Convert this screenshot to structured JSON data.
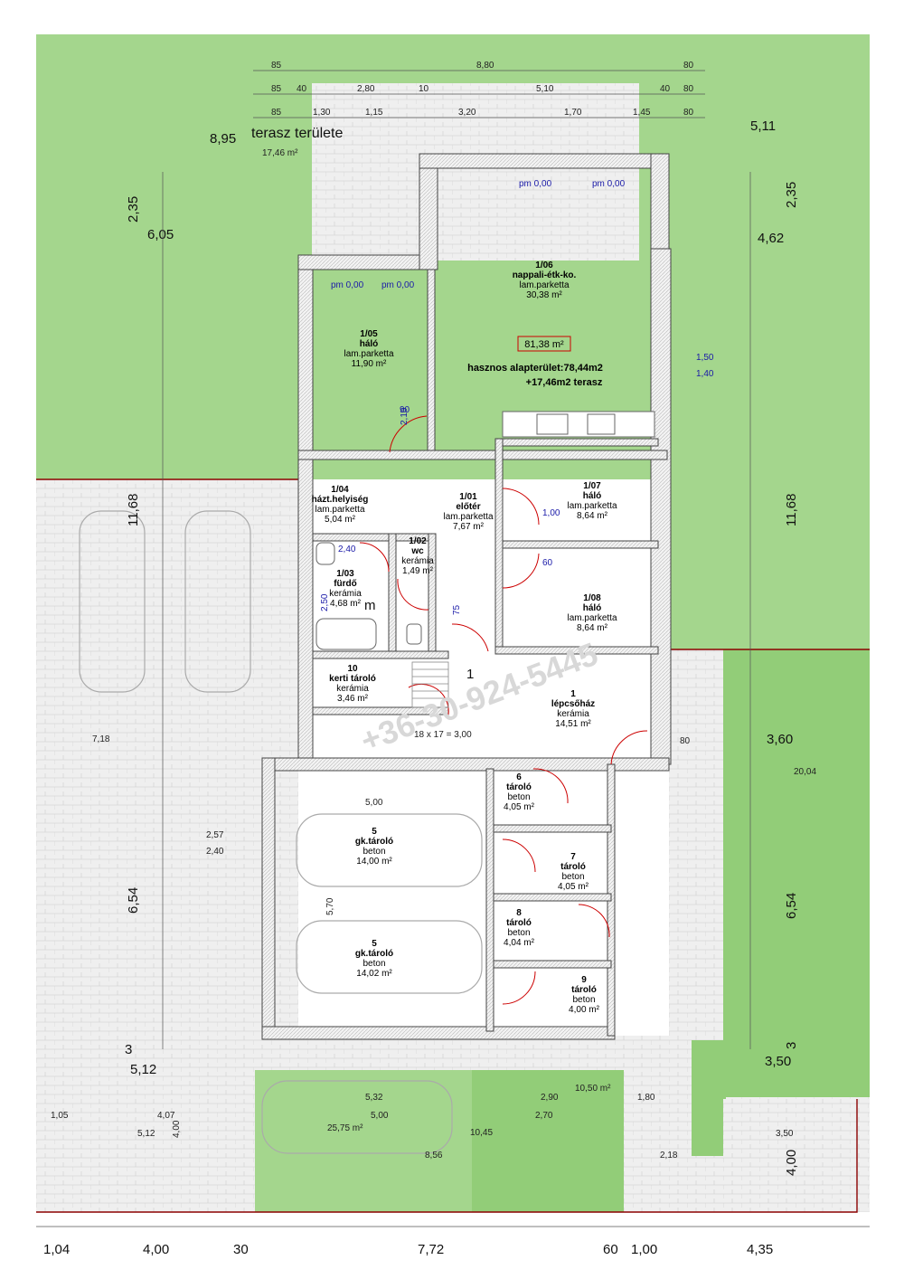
{
  "colors": {
    "green": "#a4d68d",
    "green_dark": "#92cd78",
    "paving": "#efefef",
    "wall": "#e4e4e4",
    "blue_text": "#1a1aa8",
    "property_line": "#8b0000"
  },
  "rooms": [
    {
      "id": "1/06",
      "name": "nappali-étk-ko.",
      "floor": "lam.parketta",
      "area": "30,38 m²"
    },
    {
      "id": "1/05",
      "name": "háló",
      "floor": "lam.parketta",
      "area": "11,90 m²"
    },
    {
      "id": "1/04",
      "name": "házt.helyiség",
      "floor": "lam.parketta",
      "area": "5,04 m²"
    },
    {
      "id": "1/01",
      "name": "előtér",
      "floor": "lam.parketta",
      "area": "7,67 m²"
    },
    {
      "id": "1/07",
      "name": "háló",
      "floor": "lam.parketta",
      "area": "8,64 m²"
    },
    {
      "id": "1/02",
      "name": "wc",
      "floor": "kerámia",
      "area": "1,49 m²"
    },
    {
      "id": "1/03",
      "name": "fürdő",
      "floor": "kerámia",
      "area": "4,68 m²"
    },
    {
      "id": "1/08",
      "name": "háló",
      "floor": "lam.parketta",
      "area": "8,64 m²"
    },
    {
      "id": "10",
      "name": "kerti tároló",
      "floor": "kerámia",
      "area": "3,46 m²"
    },
    {
      "id": "1",
      "name": "lépcsőház",
      "floor": "kerámia",
      "area": "14,51 m²"
    },
    {
      "id": "6",
      "name": "tároló",
      "floor": "beton",
      "area": "4,05 m²"
    },
    {
      "id": "5",
      "name": "gk.tároló",
      "floor": "beton",
      "area": "14,00 m²"
    },
    {
      "id": "7",
      "name": "tároló",
      "floor": "beton",
      "area": "4,05 m²"
    },
    {
      "id": "8",
      "name": "tároló",
      "floor": "beton",
      "area": "4,04 m²"
    },
    {
      "id": "5",
      "name": "gk.tároló",
      "floor": "beton",
      "area": "14,02 m²"
    },
    {
      "id": "9",
      "name": "tároló",
      "floor": "beton",
      "area": "4,00 m²"
    }
  ],
  "summary": {
    "total": "81,38 m²",
    "useful": "hasznos alapterület:78,44m2",
    "terrace": "+17,46m2 terasz"
  },
  "terrace": {
    "label": "terasz területe",
    "area": "17,46 m²",
    "dim": "8,95"
  },
  "watermark": "+36-30-924-5445",
  "stair_note": "18 x 17 = 3,00",
  "parking": {
    "area": "25,75 m²",
    "area2": "10,50 m²"
  },
  "labels": {
    "pm": "pm 0,00",
    "room_number": "1",
    "m_mark": "m"
  },
  "dims": {
    "top_row1": [
      "85",
      "8,80",
      "80"
    ],
    "top_row2": [
      "85",
      "40",
      "2,80",
      "10",
      "5,10",
      "40",
      "80"
    ],
    "top_row3": [
      "85",
      "1,30",
      "1,15",
      "3,20",
      "1,70",
      "1,45",
      "80"
    ],
    "bottom": [
      "1,04",
      "4,00",
      "30",
      "7,72",
      "60",
      "1,00",
      "4,35"
    ],
    "left_big": [
      "2,35",
      "6,05",
      "11,68",
      "6,54",
      "3",
      "5,12"
    ],
    "right_big": [
      "5,11",
      "2,35",
      "4,62",
      "11,68",
      "3,60",
      "6,54",
      "3,50",
      "3",
      "4,00"
    ],
    "misc": [
      "20,04",
      "7,18",
      "2,18",
      "5,32",
      "5,00",
      "8,56",
      "10,45",
      "2,90",
      "2,70",
      "1,80",
      "1,05",
      "4,07",
      "5,12",
      "4,00",
      "3,50",
      "2,57",
      "2,40",
      "5,70",
      "5,00",
      "80"
    ]
  },
  "blue_dims": [
    "2,10",
    "90",
    "1,00",
    "60",
    "75",
    "1,50",
    "2,40",
    "2,50",
    "1,40"
  ]
}
